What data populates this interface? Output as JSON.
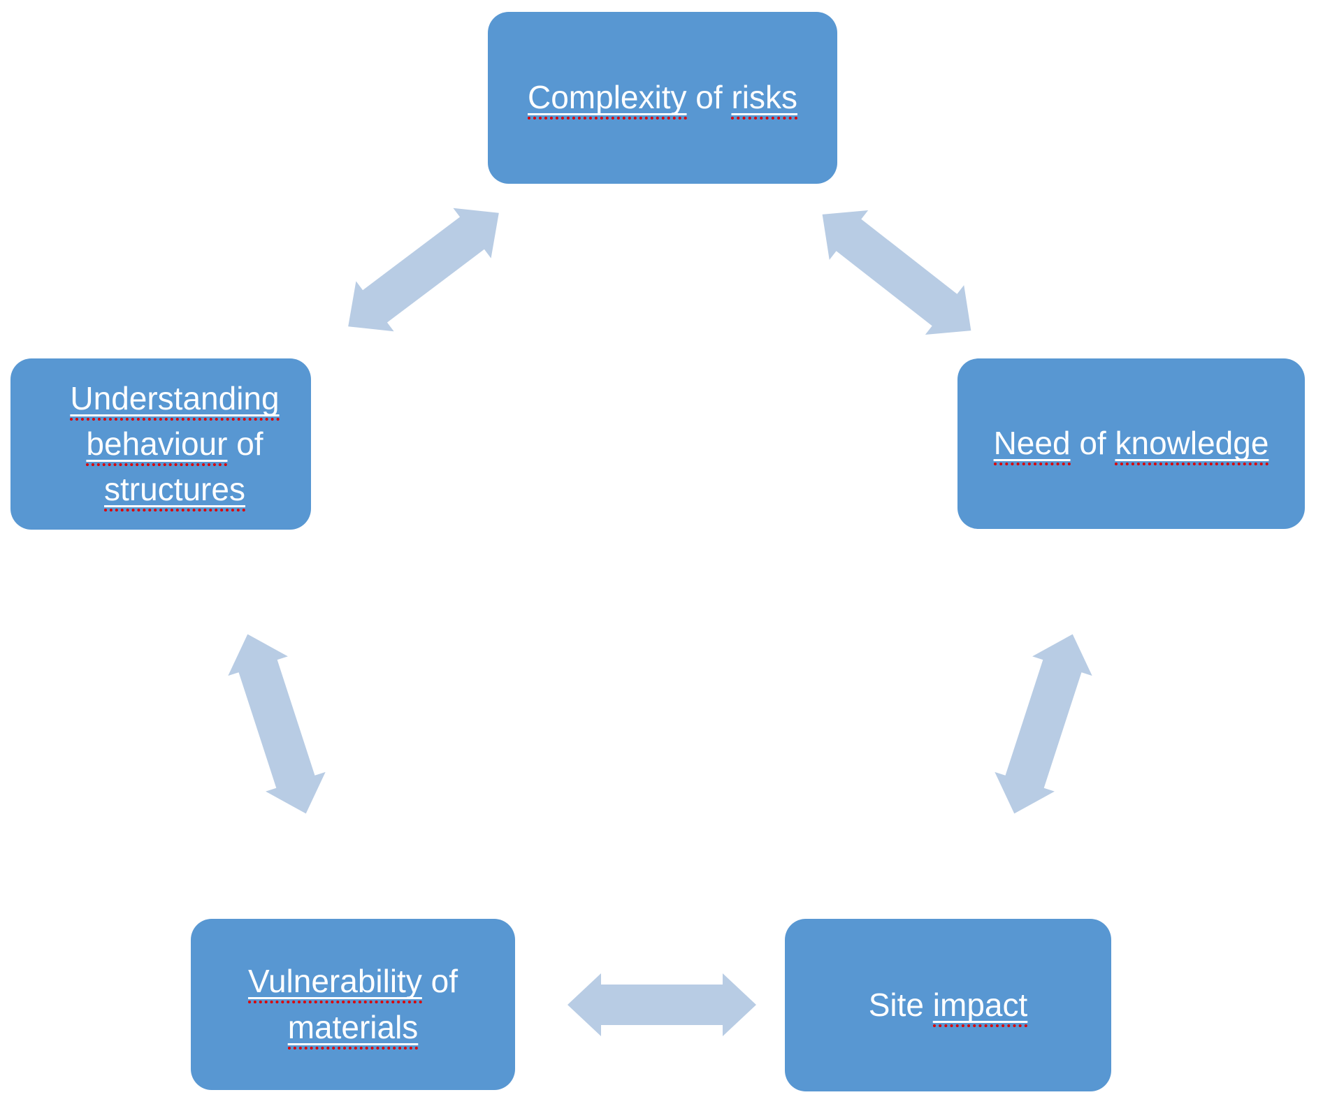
{
  "diagram": {
    "type": "cycle-smartart",
    "colors": {
      "background": "#ffffff",
      "node_fill": "#5897d2",
      "arrow_fill": "#b8cce4",
      "text_color": "#ffffff",
      "spellcheck_underline_color": "#dd0000"
    },
    "nodes": [
      {
        "id": "complexity-of-risks",
        "label": "Complexity of risks",
        "segments": [
          {
            "text": "Complexity",
            "underlined": true,
            "spellcheck": true
          },
          {
            "text": " of ",
            "underlined": false,
            "spellcheck": false
          },
          {
            "text": "risks",
            "underlined": true,
            "spellcheck": true
          }
        ]
      },
      {
        "id": "understanding-behaviour-of-structures",
        "label": "Understanding behaviour of structures",
        "segments": [
          {
            "text": "Understanding",
            "underlined": true,
            "spellcheck": true
          },
          {
            "text": " ",
            "underlined": false,
            "spellcheck": false
          },
          {
            "text": "behaviour",
            "underlined": true,
            "spellcheck": true
          },
          {
            "text": " of ",
            "underlined": false,
            "spellcheck": false
          },
          {
            "text": "structures",
            "underlined": true,
            "spellcheck": true
          }
        ]
      },
      {
        "id": "need-of-knowledge",
        "label": "Need of knowledge",
        "segments": [
          {
            "text": "Need",
            "underlined": true,
            "spellcheck": true
          },
          {
            "text": " of ",
            "underlined": false,
            "spellcheck": false
          },
          {
            "text": "knowledge",
            "underlined": true,
            "spellcheck": true
          }
        ]
      },
      {
        "id": "vulnerability-of-materials",
        "label": "Vulnerability of materials",
        "segments": [
          {
            "text": "Vulnerability",
            "underlined": true,
            "spellcheck": true
          },
          {
            "text": " of ",
            "underlined": false,
            "spellcheck": false
          },
          {
            "text": "materials",
            "underlined": true,
            "spellcheck": true
          }
        ]
      },
      {
        "id": "site-impact",
        "label": "Site impact",
        "segments": [
          {
            "text": "Site ",
            "underlined": false,
            "spellcheck": false
          },
          {
            "text": "impact",
            "underlined": true,
            "spellcheck": true
          }
        ]
      }
    ],
    "connections": [
      {
        "from": "complexity-of-risks",
        "to": "understanding-behaviour-of-structures",
        "style": "double-headed-arrow"
      },
      {
        "from": "complexity-of-risks",
        "to": "need-of-knowledge",
        "style": "double-headed-arrow"
      },
      {
        "from": "understanding-behaviour-of-structures",
        "to": "vulnerability-of-materials",
        "style": "double-headed-arrow"
      },
      {
        "from": "need-of-knowledge",
        "to": "site-impact",
        "style": "double-headed-arrow"
      },
      {
        "from": "vulnerability-of-materials",
        "to": "site-impact",
        "style": "double-headed-arrow"
      }
    ]
  }
}
